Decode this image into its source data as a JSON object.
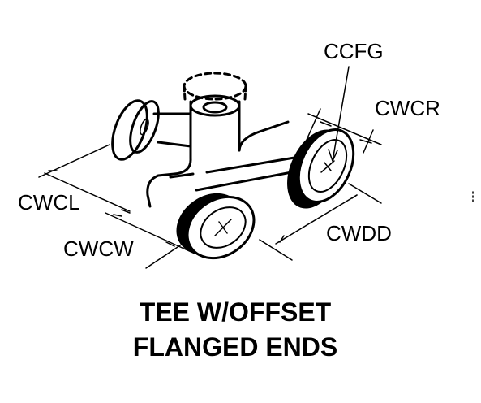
{
  "diagram": {
    "labels": {
      "ccfg": "CCFG",
      "cwcr": "CWCR",
      "cwcl": "CWCL",
      "cwcw": "CWCW",
      "cwdd": "CWDD"
    },
    "title": {
      "line1": "TEE W/OFFSET",
      "line2": "FLANGED ENDS"
    },
    "colors": {
      "ink": "#000000",
      "background": "#ffffff"
    }
  }
}
